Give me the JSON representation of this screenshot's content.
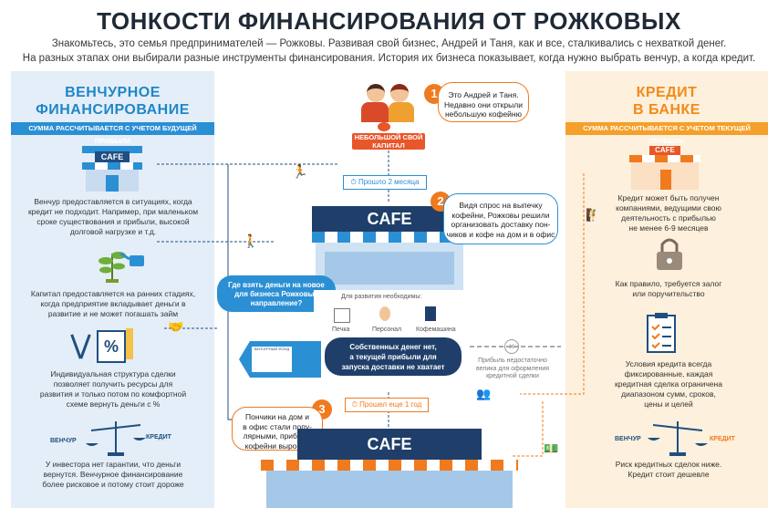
{
  "header": {
    "title": "ТОНКОСТИ ФИНАНСИРОВАНИЯ ОТ РОЖКОВЫХ",
    "subtitle_line1": "Знакомьтесь, это семья предпринимателей — Рожковы. Развивая свой бизнес, Андрей и Таня, как и все, сталкивались с нехваткой денег.",
    "subtitle_line2": "На разных этапах они выбирали разные инструменты финансирования. История их бизнеса показывает, когда нужно выбрать венчур, а когда кредит."
  },
  "left": {
    "title_line1": "ВЕНЧУРНОЕ",
    "title_line2": "ФИНАНСИРОВАНИЕ",
    "bar": "СУММА РАССЧИТЫВАЕТСЯ С УЧЕТОМ БУДУЩЕЙ ПРИБЫЛИ",
    "cafe_sign": "CAFE",
    "p1": [
      "Венчур предоставляется в ситуациях, когда",
      "кредит не подходит. Например, при маленьком",
      "сроке существования и прибыли, высокой",
      "долговой нагрузке и т.д."
    ],
    "p2": [
      "Капитал предоставляется на ранних стадиях,",
      "когда предприятие вкладывает деньги в",
      "развитие и не может погашать займ"
    ],
    "p3": [
      "Индивидуальная структура сделки",
      "позволяет получить ресурсы для",
      "развития и только потом по комфортной",
      "схеме вернуть деньги с %"
    ],
    "percent": "%",
    "scale_left": "ВЕНЧУР",
    "scale_right": "КРЕДИТ",
    "p4": [
      "У инвестора нет гарантии, что деньги",
      "вернутся. Венчурное финансирование",
      "более рисковое и потому стоит дороже"
    ]
  },
  "right": {
    "title_line1": "КРЕДИТ",
    "title_line2": "В БАНКЕ",
    "bar": "СУММА РАССЧИТЫВАЕТСЯ С УЧЕТОМ ТЕКУЩЕЙ ПРИБЫЛИ",
    "cafe_sign": "CAFE",
    "p1": [
      "Кредит может быть получен",
      "компаниями, ведущими свою",
      "деятельность с прибылью",
      "не менее 6-9 месяцев"
    ],
    "p2": [
      "Как правило, требуется залог",
      "или поручительство"
    ],
    "p3": [
      "Условия кредита всегда",
      "фиксированные, каждая",
      "кредитная сделка ограничена",
      "диапазоном  сумм, сроков,",
      "цены и целей"
    ],
    "scale_left": "ВЕНЧУР",
    "scale_right": "КРЕДИТ",
    "p4": [
      "Риск кредитных сделок ниже.",
      "Кредит стоит дешевле"
    ]
  },
  "center": {
    "step1": "1",
    "bubble1": [
      "Это Андрей и Таня.",
      "Недавно они открыли",
      "небольшую кофейню"
    ],
    "capital_tag": [
      "НЕБОЛЬШОЙ СВОЙ",
      "КАПИТАЛ"
    ],
    "timer1": "Прошло 2 месяца",
    "cafe_sign": "CAFE",
    "step2": "2",
    "bubble2": [
      "Видя спрос на выпечку",
      "кофейни, Рожковы решили",
      "организовать доставку пон-",
      "чиков и кофе на дом и в офис"
    ],
    "question": [
      "Где взять деньги на новое",
      "для бизнеса Рожковых",
      "направление?"
    ],
    "needs_title": "Для развития необходимы:",
    "needs": [
      "Печка",
      "Персонал",
      "Кофемашина"
    ],
    "fund_label": "ВЕНЧУРНЫЙ ФОНД",
    "no_money": [
      "Собственных денег нет,",
      "а текущей прибыли для",
      "запуска доставки не хватает"
    ],
    "no_bank": [
      "Прибыль недостаточно",
      "велика для оформления",
      "кредитной сделки"
    ],
    "timer2": "Прошел еще 1 год",
    "step3": "3",
    "bubble3": [
      "Пончики на дом и",
      "в офис стали попу-",
      "лярными, прибыль",
      "кофейни выросла"
    ],
    "cafe_sign2": "CAFE"
  },
  "colors": {
    "blue": "#2b8fd4",
    "orange": "#f07a1e",
    "dark": "#1f2a36"
  }
}
